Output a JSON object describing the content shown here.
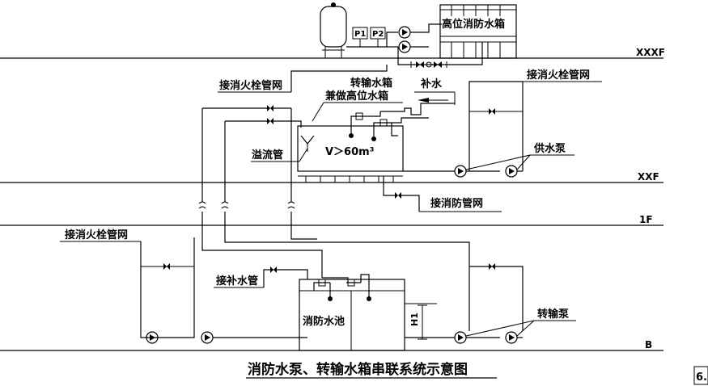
{
  "diagram": {
    "title": "消防水泵、转输水箱串联系统示意图",
    "page_tag": "6.",
    "floors": {
      "top": "XXXF",
      "mid": "XXF",
      "first": "1F",
      "basement": "B"
    },
    "gauges": {
      "p1": "P1",
      "p2": "P2"
    },
    "tanks": {
      "high_tank": "高位消防水箱",
      "transfer_tank_line1": "转输水箱",
      "transfer_tank_line2": "兼做高位水箱",
      "volume": "V＞60m³",
      "pool": "消防水池",
      "pool_height": "H1"
    },
    "labels": {
      "hydrant_net_mid": "接消火栓管网",
      "hydrant_net_right": "接消火栓管网",
      "hydrant_net_left": "接消火栓管网",
      "makeup": "补水",
      "overflow": "溢流管",
      "supply_pump": "供水泵",
      "fire_net": "接消防管网",
      "makeup_pipe": "接补水管",
      "transfer_pump": "转输泵"
    }
  }
}
